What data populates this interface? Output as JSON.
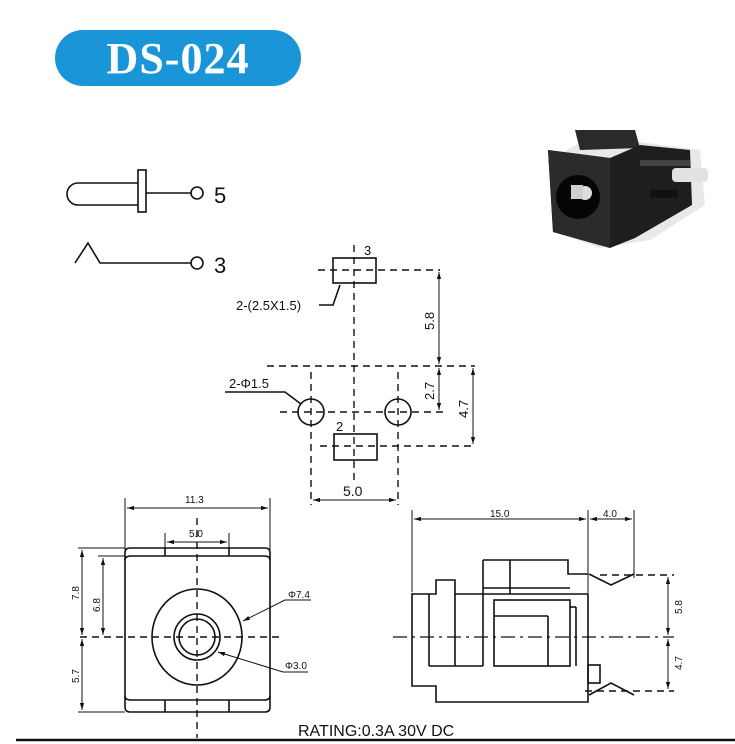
{
  "title": "DS-024",
  "schematic": {
    "pin_a": "5",
    "pin_b": "3"
  },
  "pcb_layout": {
    "pad_top_label": "3",
    "pad_bottom_label": "2",
    "pad_note": "2-(2.5X1.5)",
    "hole_note": "2-Φ1.5",
    "dim_vertical_top": "5.8",
    "dim_vertical_mid": "2.7",
    "dim_vertical_right": "4.7",
    "dim_horizontal": "5.0"
  },
  "front_view": {
    "width": "11.3",
    "tab_width": "5.0",
    "height_upper": "7.8",
    "height_inner": "6.8",
    "height_lower": "5.7",
    "outer_diameter": "Φ7.4",
    "inner_diameter": "Φ3.0"
  },
  "side_view": {
    "length": "15.0",
    "pin_length": "4.0",
    "pin_upper": "5.8",
    "pin_lower": "4.7"
  },
  "rating": "RATING:0.3A 30V DC",
  "colors": {
    "accent": "#1a96d8"
  }
}
